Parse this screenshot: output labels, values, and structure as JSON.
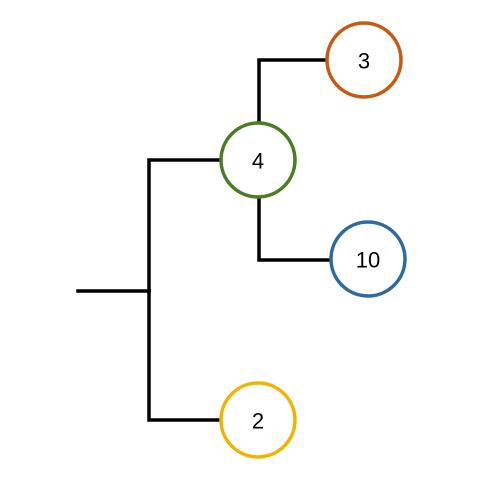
{
  "tree": {
    "nodes": [
      {
        "id": "n4",
        "label": "4",
        "color": "#4a7d23"
      },
      {
        "id": "n3",
        "label": "3",
        "color": "#c55a11"
      },
      {
        "id": "n10",
        "label": "10",
        "color": "#2e6aa1"
      },
      {
        "id": "n2",
        "label": "2",
        "color": "#f0b400"
      }
    ],
    "edges": [
      {
        "from": "root",
        "to": "n4"
      },
      {
        "from": "root",
        "to": "n2"
      },
      {
        "from": "n4",
        "to": "n3"
      },
      {
        "from": "n4",
        "to": "n10"
      }
    ]
  }
}
